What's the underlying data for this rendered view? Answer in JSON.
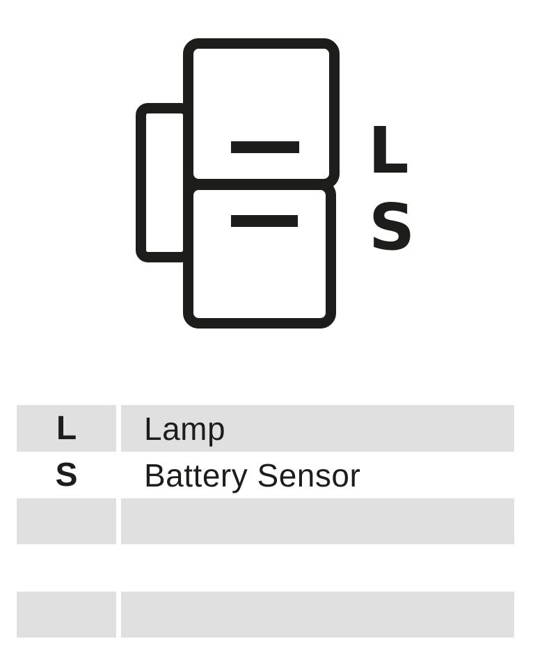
{
  "diagram": {
    "name": "alternator-regulator-plug",
    "terminals": [
      {
        "id": "L",
        "label": "L"
      },
      {
        "id": "S",
        "label": "S"
      }
    ]
  },
  "legend": {
    "rows": [
      {
        "key": "L",
        "value": "Lamp"
      },
      {
        "key": "S",
        "value": "Battery Sensor"
      },
      {
        "key": "",
        "value": ""
      },
      {
        "key": "",
        "value": ""
      }
    ]
  },
  "colors": {
    "row_shade": "#e0e0e0",
    "ink": "#1d1d1b",
    "background": "#ffffff"
  }
}
